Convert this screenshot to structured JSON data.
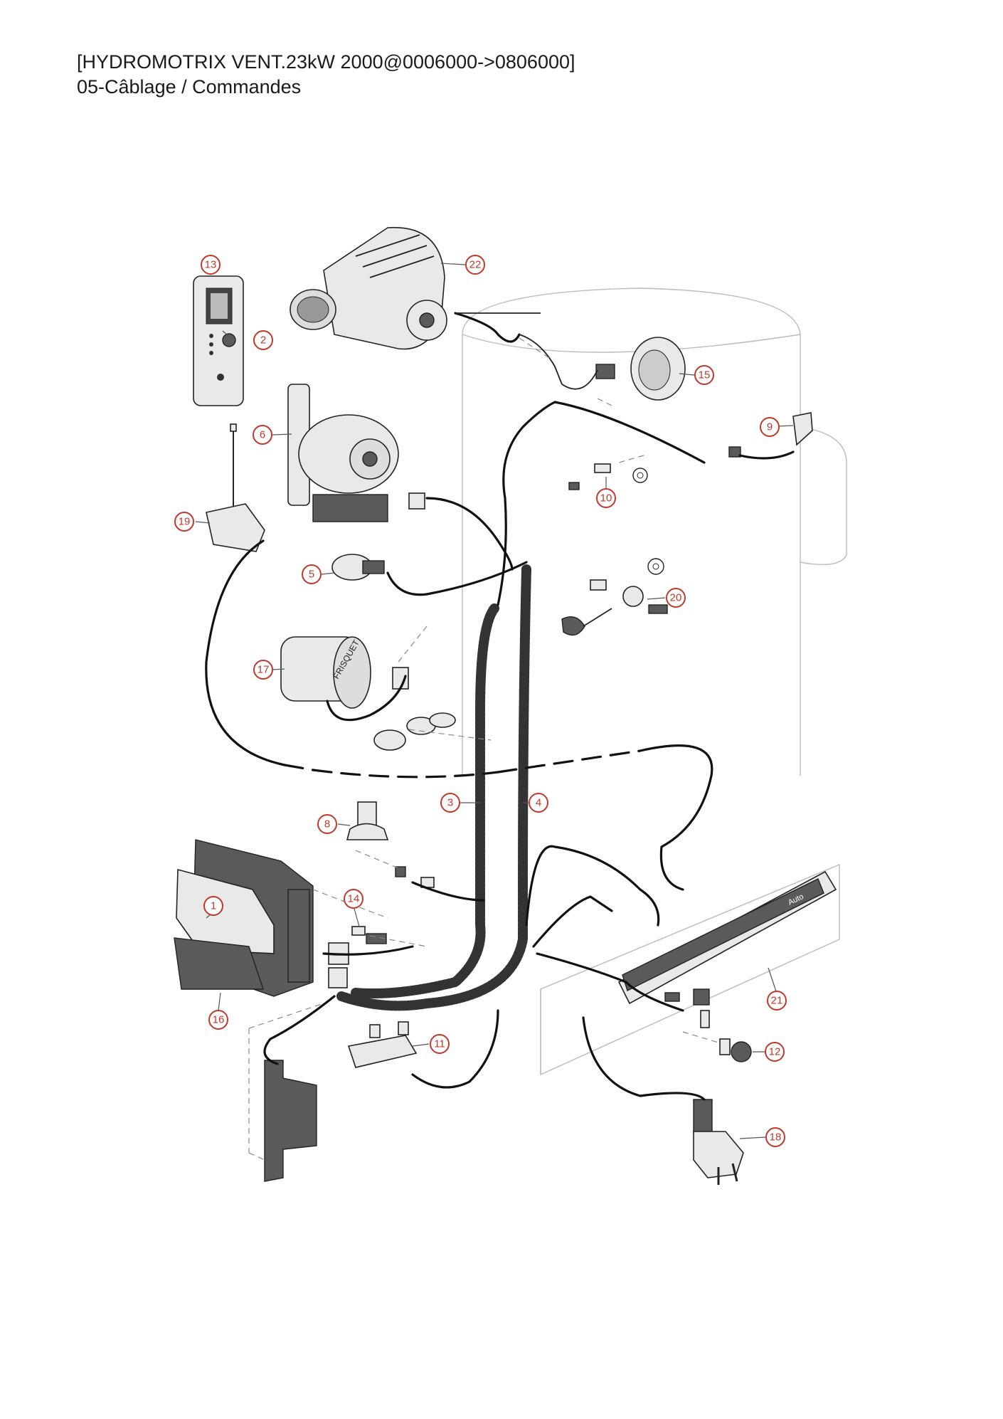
{
  "header": {
    "title": "[HYDROMOTRIX VENT.23kW 2000@0006000->0806000]",
    "subtitle": "05-Câblage / Commandes"
  },
  "accent_color": "#c0392b",
  "callouts": [
    "13",
    "2",
    "22",
    "15",
    "9",
    "6",
    "10",
    "19",
    "5",
    "20",
    "17",
    "3",
    "4",
    "8",
    "14",
    "1",
    "16",
    "11",
    "21",
    "12",
    "18"
  ],
  "labels": {
    "pump_brand": "FRISQUET",
    "panel_text": "Auto"
  }
}
